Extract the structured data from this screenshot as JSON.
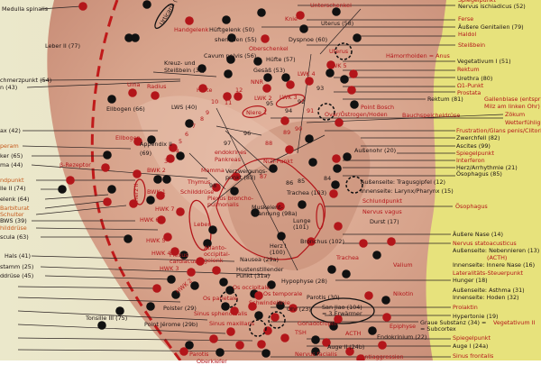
{
  "title": "Ohrakupunktur-Tafel",
  "colors": {
    "red": "#b3161a",
    "black": "#1c1414",
    "orange": "#c65a1c",
    "skin": "#d9a58e",
    "panel_right": "#e7e27c",
    "panel_left": "#e9e6c6"
  },
  "labels": [
    {
      "text": "Spiegelpunkt",
      "color": "red"
    },
    {
      "text": "Nervus ischiadicus (52)",
      "color": "black"
    },
    {
      "text": "Ferse",
      "color": "red"
    },
    {
      "text": "Äußere Genitalien (79)",
      "color": "black"
    },
    {
      "text": "Haldol",
      "color": "red"
    },
    {
      "text": "Steißbein",
      "color": "red"
    },
    {
      "text": "Hämorrhoiden = Anus",
      "color": "red"
    },
    {
      "text": "Vegetativum I (51)",
      "color": "black"
    },
    {
      "text": "Rektum",
      "color": "red"
    },
    {
      "text": "Urethra (80)",
      "color": "black"
    },
    {
      "text": "Ω1-Punkt",
      "color": "red"
    },
    {
      "text": "Prostata",
      "color": "red"
    },
    {
      "text": "Rektum (81)",
      "color": "black"
    },
    {
      "text": "Gallenblase (entsprich",
      "color": "red"
    },
    {
      "text": "Milz am linken Ohr)",
      "color": "red"
    },
    {
      "text": "Zökum",
      "color": "red"
    },
    {
      "text": "Wetterfühligk",
      "color": "red"
    },
    {
      "text": "Frustration/Glans penis/Clitoris",
      "color": "red"
    },
    {
      "text": "Zwerchfell (82)",
      "color": "black"
    },
    {
      "text": "Ascites (99)",
      "color": "black"
    },
    {
      "text": "Spiegelpunkt",
      "color": "red"
    },
    {
      "text": "Interferon",
      "color": "red"
    },
    {
      "text": "Herz/Arrhythmie (21)",
      "color": "black"
    },
    {
      "text": "Ösophagus (85)",
      "color": "black"
    },
    {
      "text": "Bauchspeicheldrüse",
      "color": "red"
    },
    {
      "text": "Point Bosch",
      "color": "red"
    },
    {
      "text": "Ovar/Östrogen/Hoden",
      "color": "red"
    },
    {
      "text": "Außenohr (20)",
      "color": "black"
    },
    {
      "text": "Außenseite: Tragusgipfel (12)",
      "color": "black"
    },
    {
      "text": "Innenseite: Larynx/Pharynx (15)",
      "color": "black"
    },
    {
      "text": "Schlundpunkt",
      "color": "red"
    },
    {
      "text": "Ösophagus",
      "color": "red"
    },
    {
      "text": "Nervus vagus",
      "color": "red"
    },
    {
      "text": "Durst (17)",
      "color": "black"
    },
    {
      "text": "Äußere Nase (14)",
      "color": "black"
    },
    {
      "text": "Nervus statoacusticus",
      "color": "red"
    },
    {
      "text": "Außenseite: Nebennieren (13)",
      "color": "black"
    },
    {
      "text": "(ACTH)",
      "color": "red"
    },
    {
      "text": "Innenseite: Innere Nase (16)",
      "color": "black"
    },
    {
      "text": "Lateralitäts-Steuerpunkt",
      "color": "red"
    },
    {
      "text": "Hunger (18)",
      "color": "black"
    },
    {
      "text": "Valium",
      "color": "red"
    },
    {
      "text": "Außenseite: Asthma (31)",
      "color": "black"
    },
    {
      "text": "Innenseite: Hoden (32)",
      "color": "black"
    },
    {
      "text": "Nikotin",
      "color": "red"
    },
    {
      "text": "Prolaktin",
      "color": "red"
    },
    {
      "text": "Hypertonie (19)",
      "color": "black"
    },
    {
      "text": "Graue Substanz (34) =",
      "color": "black"
    },
    {
      "text": "Vegetativum II",
      "color": "red"
    },
    {
      "text": "= Subcortex",
      "color": "black"
    },
    {
      "text": "Epiphyse",
      "color": "red"
    },
    {
      "text": "Endokrinium (22)",
      "color": "black"
    },
    {
      "text": "Spiegelpunkt",
      "color": "red"
    },
    {
      "text": "Auge I (24a)",
      "color": "black"
    },
    {
      "text": "Antiaggression",
      "color": "red"
    },
    {
      "text": "Sinus frontalis",
      "color": "red"
    },
    {
      "text": "Medulla spinalis",
      "color": "black"
    },
    {
      "text": "Leber II (77)",
      "color": "black"
    },
    {
      "text": "chmerzpunkt (54)",
      "color": "black"
    },
    {
      "text": "n (43)",
      "color": "black"
    },
    {
      "text": "Ulna",
      "color": "red"
    },
    {
      "text": "Radius",
      "color": "red"
    },
    {
      "text": "Ellbogen (66)",
      "color": "black"
    },
    {
      "text": "ax (42)",
      "color": "black"
    },
    {
      "text": "Ellbogen",
      "color": "red"
    },
    {
      "text": "Appendix II",
      "color": "black"
    },
    {
      "text": "(69)",
      "color": "black"
    },
    {
      "text": "peram",
      "color": "orange"
    },
    {
      "text": "ker (65)",
      "color": "black"
    },
    {
      "text": "ma (44)",
      "color": "black"
    },
    {
      "text": "β-Rezeptor",
      "color": "red"
    },
    {
      "text": "BWK 2",
      "color": "red"
    },
    {
      "text": "ndpunkt",
      "color": "orange"
    },
    {
      "text": "lle II (74)",
      "color": "black"
    },
    {
      "text": "elenk (64)",
      "color": "black"
    },
    {
      "text": "Barbiturat",
      "color": "orange"
    },
    {
      "text": "Schulter",
      "color": "orange"
    },
    {
      "text": "BWS (39)",
      "color": "black"
    },
    {
      "text": "hilddrüse",
      "color": "orange"
    },
    {
      "text": "scula (63)",
      "color": "black"
    },
    {
      "text": "Hals (41)",
      "color": "black"
    },
    {
      "text": "stamm (25)",
      "color": "black"
    },
    {
      "text": "ddrüse (45)",
      "color": "black"
    },
    {
      "text": "Tonsille III (75)",
      "color": "black"
    },
    {
      "text": "Point Jérome (29b)",
      "color": "black"
    },
    {
      "text": "Polster (29)",
      "color": "black"
    },
    {
      "text": "BWK 1",
      "color": "red"
    },
    {
      "text": "HWK 7",
      "color": "red"
    },
    {
      "text": "HWK 6",
      "color": "red"
    },
    {
      "text": "HWK 5",
      "color": "red"
    },
    {
      "text": "HWK 4",
      "color": "red"
    },
    {
      "text": "HWK 3",
      "color": "red"
    },
    {
      "text": "HWK 2",
      "color": "red"
    },
    {
      "text": "Herz II",
      "color": "red"
    },
    {
      "text": "Thymus",
      "color": "red"
    },
    {
      "text": "Schilddrüse",
      "color": "red"
    },
    {
      "text": "Mamma",
      "color": "red"
    },
    {
      "text": "endokrines",
      "color": "red"
    },
    {
      "text": "Pankreas",
      "color": "red"
    },
    {
      "text": "97",
      "color": "black"
    },
    {
      "text": "Verzweigungs-",
      "color": "black"
    },
    {
      "text": "punkt (83)",
      "color": "black"
    },
    {
      "text": "98",
      "color": "black"
    },
    {
      "text": "Plexus broncho-",
      "color": "red"
    },
    {
      "text": "pulmonalis",
      "color": "red"
    },
    {
      "text": "Leber",
      "color": "red"
    },
    {
      "text": "Atlanto-",
      "color": "red"
    },
    {
      "text": "occipital-",
      "color": "red"
    },
    {
      "text": "gelenk",
      "color": "red"
    },
    {
      "text": "Plexus",
      "color": "red"
    },
    {
      "text": "cardiacus",
      "color": "red"
    },
    {
      "text": "Nausea (29a)",
      "color": "black"
    },
    {
      "text": "Hustenstillender",
      "color": "black"
    },
    {
      "text": "Punkt (31a)",
      "color": "black"
    },
    {
      "text": "Os occipitale",
      "color": "red"
    },
    {
      "text": "Hypophyse (28)",
      "color": "black"
    },
    {
      "text": "Os temporale",
      "color": "red"
    },
    {
      "text": "Parotis (30)",
      "color": "black"
    },
    {
      "text": "Os parietale",
      "color": "red"
    },
    {
      "text": "Schwindellinie",
      "color": "red"
    },
    {
      "text": "Sinus maxillaris",
      "color": "red"
    },
    {
      "text": "Sinus sphenoidalis",
      "color": "red"
    },
    {
      "text": "Ohr (23)",
      "color": "black"
    },
    {
      "text": "San Jiao (104)",
      "color": "black"
    },
    {
      "text": "= 3 Erwärmer",
      "color": "black"
    },
    {
      "text": "Gonadotropin",
      "color": "red"
    },
    {
      "text": "TSH",
      "color": "red"
    },
    {
      "text": "ACTH",
      "color": "red"
    },
    {
      "text": "Nervus facialis",
      "color": "red"
    },
    {
      "text": "Auge II (24b)",
      "color": "black"
    },
    {
      "text": "Parotis",
      "color": "red"
    },
    {
      "text": "Oberkiefer",
      "color": "red"
    },
    {
      "text": "Trachea (103)",
      "color": "black"
    },
    {
      "text": "Muskelent-",
      "color": "black"
    },
    {
      "text": "spannung (98a)",
      "color": "black"
    },
    {
      "text": "Lunge",
      "color": "black"
    },
    {
      "text": "(101)",
      "color": "black"
    },
    {
      "text": "Herz I",
      "color": "black"
    },
    {
      "text": "(100)",
      "color": "black"
    },
    {
      "text": "Bronchus (102)",
      "color": "black"
    },
    {
      "text": "Trachea",
      "color": "red"
    },
    {
      "text": "Null-Punkt",
      "color": "red"
    },
    {
      "text": "Handgelenk",
      "color": "red"
    },
    {
      "text": "Hüftgelenk (50)",
      "color": "black"
    },
    {
      "text": "shen men (55)",
      "color": "black"
    },
    {
      "text": "Oberschenkel",
      "color": "red"
    },
    {
      "text": "Uterus (58)",
      "color": "black"
    },
    {
      "text": "Knie",
      "color": "red"
    },
    {
      "text": "Unterschenkel",
      "color": "red"
    },
    {
      "text": "Dyspnoe (60)",
      "color": "black"
    },
    {
      "text": "Cavum pelvis (56)",
      "color": "black"
    },
    {
      "text": "Hüfte (57)",
      "color": "black"
    },
    {
      "text": "Gesäß (53)",
      "color": "black"
    },
    {
      "text": "Kreuz- und",
      "color": "black"
    },
    {
      "text": "Steißbein (38)",
      "color": "black"
    },
    {
      "text": "LWK 5",
      "color": "red"
    },
    {
      "text": "LWK 4",
      "color": "red"
    },
    {
      "text": "Uterus",
      "color": "red"
    },
    {
      "text": "Hüfte",
      "color": "red"
    },
    {
      "text": "LWS (40)",
      "color": "black"
    },
    {
      "text": "NNR",
      "color": "red"
    },
    {
      "text": "LWK 2",
      "color": "red"
    },
    {
      "text": "LWK 3",
      "color": "red"
    },
    {
      "text": "Niere 1",
      "color": "red"
    },
    {
      "text": "Urticaria (71)",
      "color": "black"
    },
    {
      "text": "95",
      "color": "black"
    },
    {
      "text": "94",
      "color": "black"
    },
    {
      "text": "93",
      "color": "black"
    },
    {
      "text": "92",
      "color": "black"
    },
    {
      "text": "91",
      "color": "red"
    },
    {
      "text": "96",
      "color": "black"
    },
    {
      "text": "90",
      "color": "red"
    },
    {
      "text": "89",
      "color": "red"
    },
    {
      "text": "88",
      "color": "red"
    },
    {
      "text": "87",
      "color": "red"
    },
    {
      "text": "86",
      "color": "black"
    },
    {
      "text": "85",
      "color": "black"
    },
    {
      "text": "84",
      "color": "black"
    },
    {
      "text": "3",
      "color": "red"
    },
    {
      "text": "4",
      "color": "red"
    },
    {
      "text": "5",
      "color": "red"
    },
    {
      "text": "6",
      "color": "red"
    },
    {
      "text": "7",
      "color": "red"
    },
    {
      "text": "8",
      "color": "red"
    },
    {
      "text": "9",
      "color": "red"
    },
    {
      "text": "10",
      "color": "red"
    },
    {
      "text": "11",
      "color": "red"
    },
    {
      "text": "12",
      "color": "red"
    }
  ]
}
